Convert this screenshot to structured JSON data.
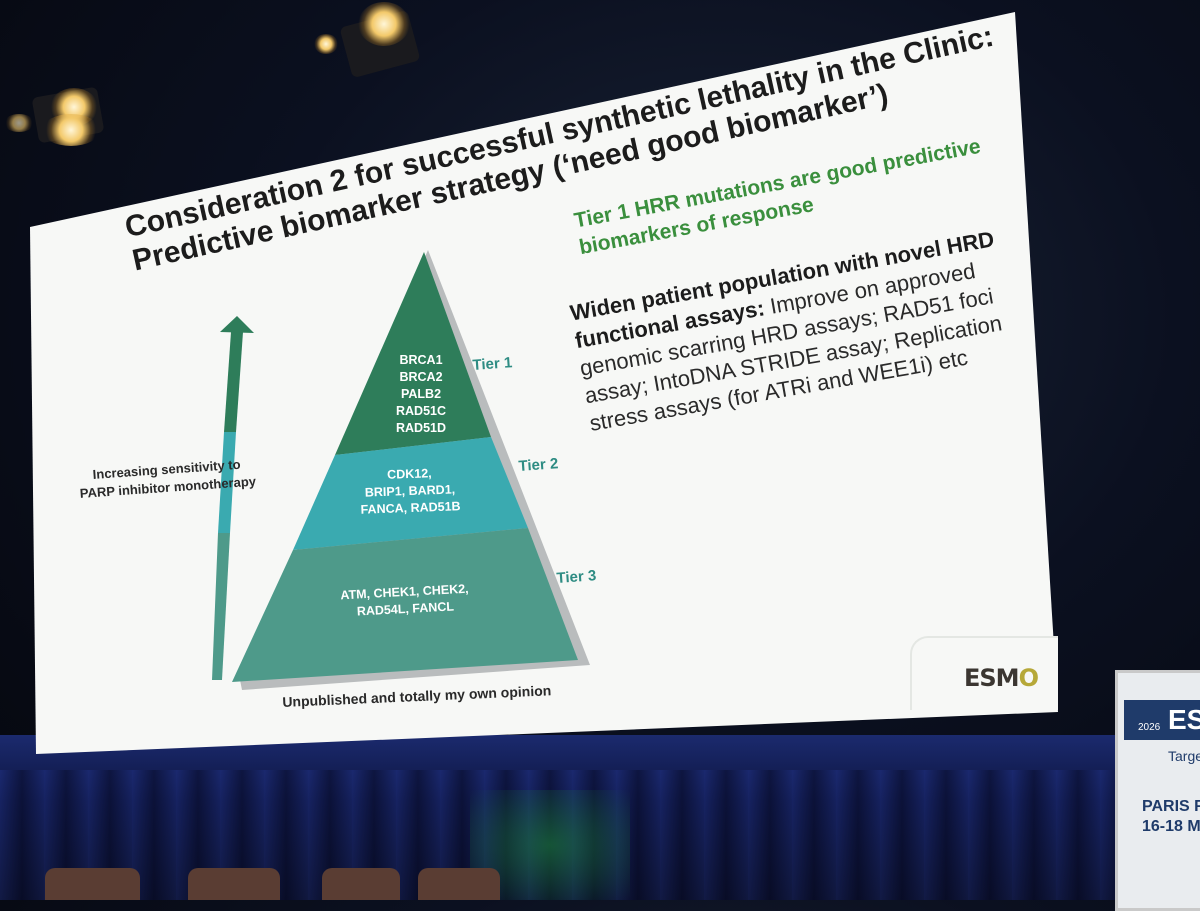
{
  "slide": {
    "title_line1": "Consideration 2 for successful synthetic lethality in the Clinic:",
    "title_line2": "Predictive biomarker strategy (‘need good biomarker’)",
    "green_line1": "Tier 1 HRR mutations are good predictive",
    "green_line2": "biomarkers of response",
    "body_bold_line1": "Widen patient population with novel HRD",
    "body_bold_line2": "functional assays:",
    "body_line2_rest": " Improve on approved",
    "body_line3": "genomic scarring HRD assays; RAD51 foci",
    "body_line4": "assay; IntoDNA STRIDE assay; Replication",
    "body_line5": "stress assays (for ATRi and WEE1i) etc",
    "arrow_label_line1": "Increasing sensitivity to",
    "arrow_label_line2": "PARP inhibitor monotherapy",
    "tiers": [
      {
        "label": "Tier 1",
        "genes": [
          "BRCA1",
          "BRCA2",
          "PALB2",
          "RAD51C",
          "RAD51D"
        ],
        "color": "#2e7d5a"
      },
      {
        "label": "Tier 2",
        "genes": [
          "CDK12,",
          "BRIP1, BARD1,",
          "FANCA, RAD51B"
        ],
        "color": "#3aaab0"
      },
      {
        "label": "Tier 3",
        "genes": [
          "ATM, CHEK1, CHEK2,",
          "RAD54L, FANCL"
        ],
        "color": "#4e9a8a"
      }
    ],
    "footnote": "Unpublished and totally my own opinion",
    "logo_text_1": "ESM",
    "logo_text_2": "O",
    "accent_green": "#3a8f3d"
  },
  "banner": {
    "year": "2026",
    "brand": "ES",
    "line1": "Targe",
    "line2": "PARIS F",
    "line3": "16-18 M"
  }
}
